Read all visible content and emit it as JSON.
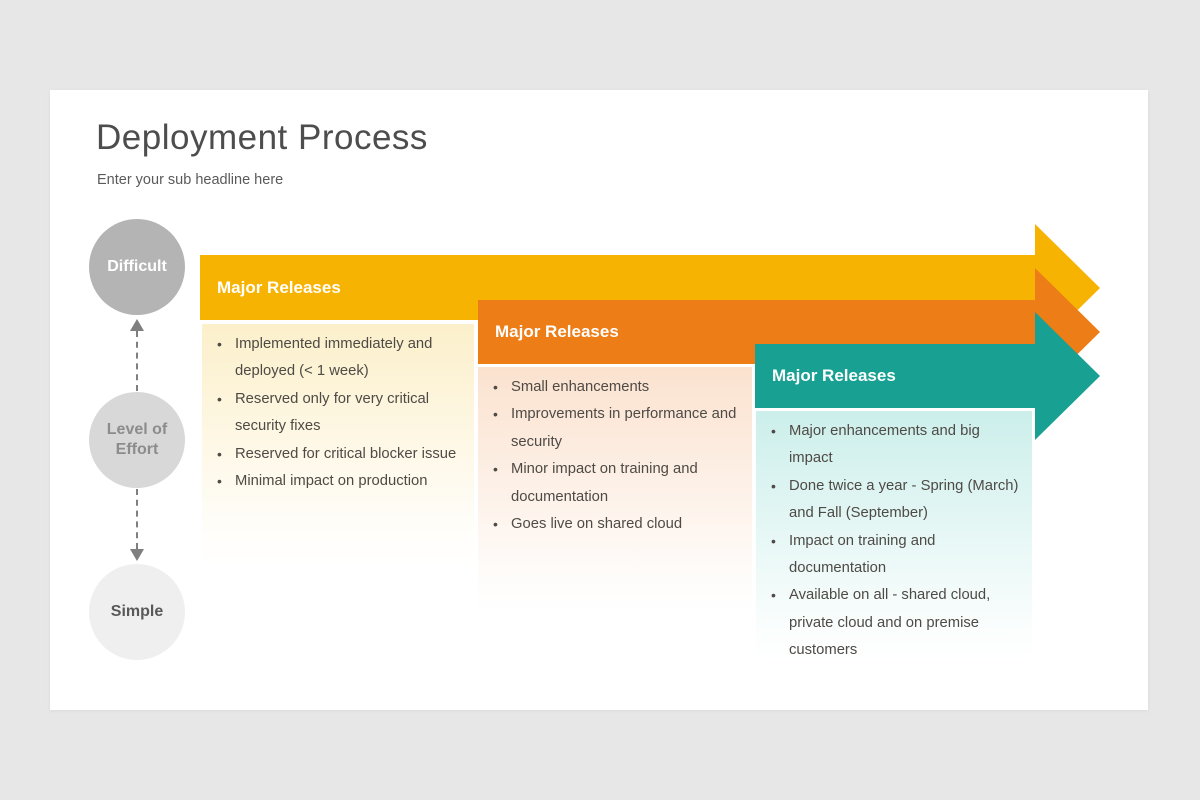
{
  "slide": {
    "title": "Deployment Process",
    "subtitle": "Enter your sub headline here"
  },
  "effort_scale": {
    "items": [
      {
        "label": "Difficult",
        "bg": "#b4b4b4",
        "fg": "#ffffff"
      },
      {
        "label": "Level of Effort",
        "bg": "#d8d8d8",
        "fg": "#8c8c8c"
      },
      {
        "label": "Simple",
        "bg": "#efefef",
        "fg": "#595959"
      }
    ]
  },
  "releases": [
    {
      "header": "Major Releases",
      "accent": "#f7b302",
      "tint": "#fcf0cb",
      "bullets": [
        "Implemented immediately and deployed (< 1 week)",
        "Reserved only for very critical security fixes",
        "Reserved for critical blocker issue",
        "Minimal impact on production"
      ]
    },
    {
      "header": "Major Releases",
      "accent": "#ed7d17",
      "tint": "#fbe2cf",
      "bullets": [
        "Small enhancements",
        "Improvements in performance and security",
        "Minor impact on training and documentation",
        "Goes live on shared cloud"
      ]
    },
    {
      "header": "Major Releases",
      "accent": "#18a093",
      "tint": "#cceFeb",
      "bullets": [
        "Major enhancements and big impact",
        "Done twice a year - Spring (March) and Fall (September)",
        "Impact on training and documentation",
        "Available on all - shared cloud, private cloud and on premise customers"
      ]
    }
  ]
}
